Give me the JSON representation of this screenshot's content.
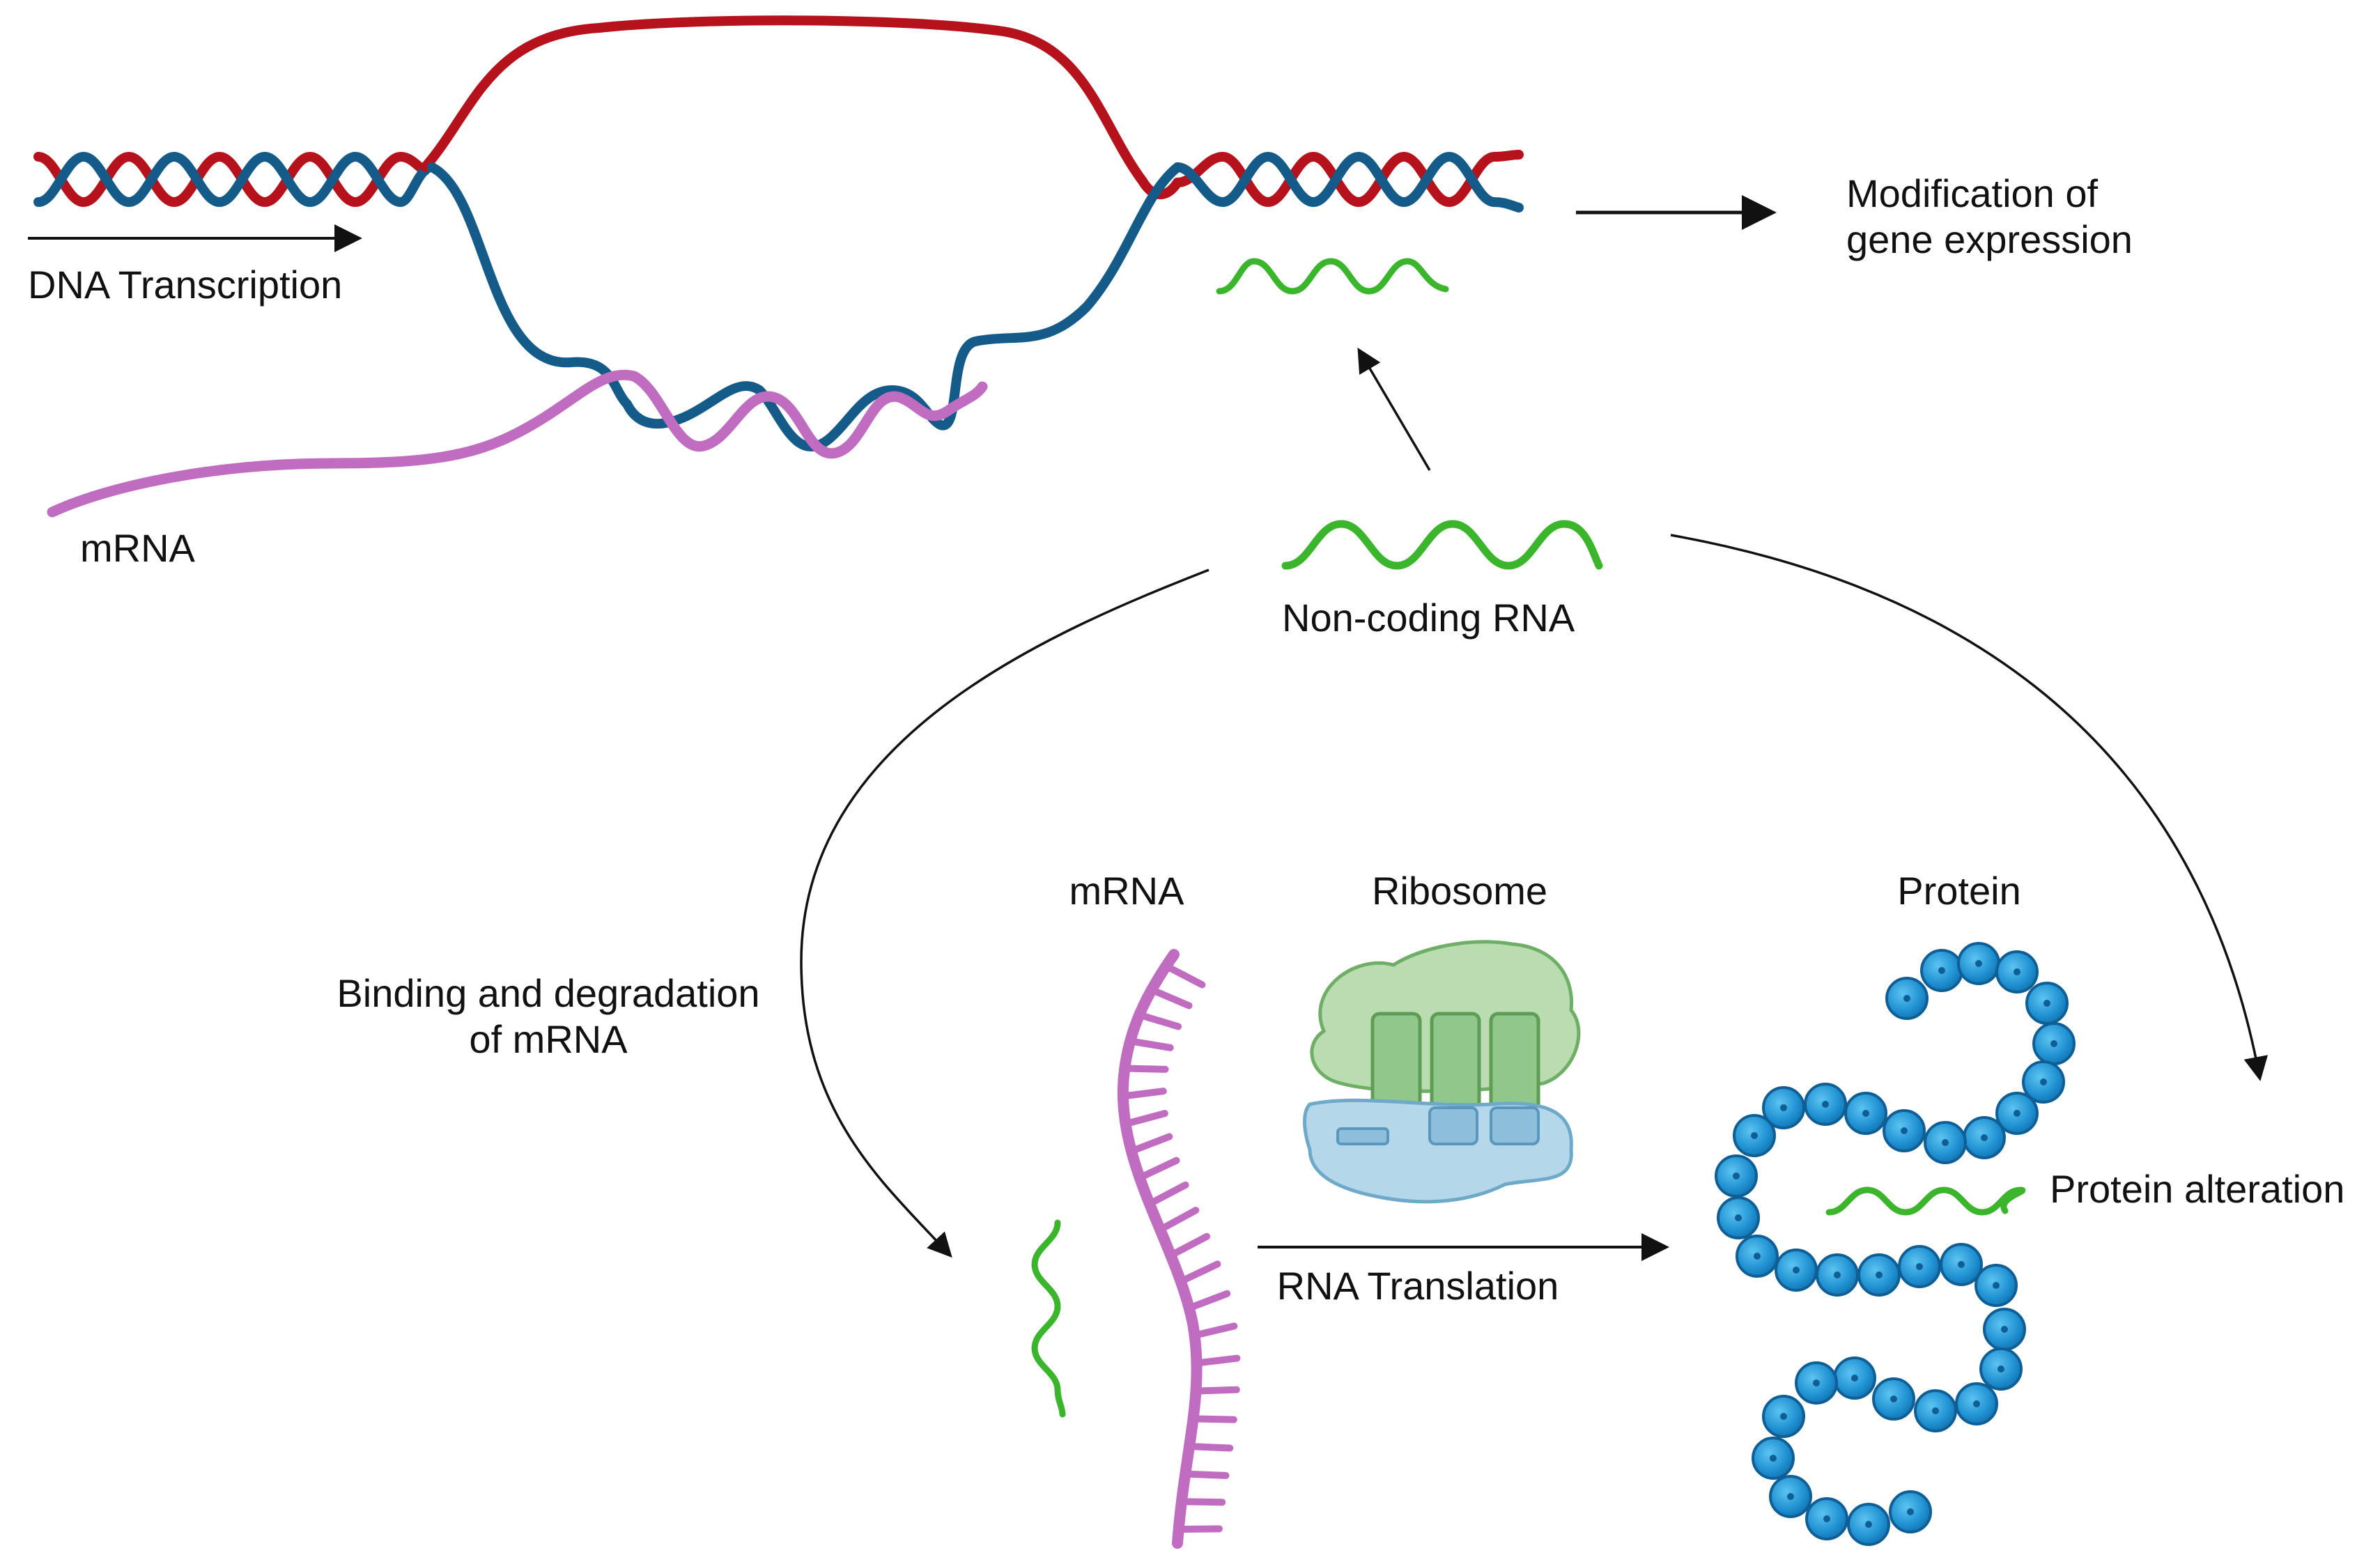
{
  "labels": {
    "dna_transcription": "DNA Transcription",
    "mrna_top": "mRNA",
    "modification_line1": "Modification of",
    "modification_line2": "gene expression",
    "noncoding_rna": "Non-coding RNA",
    "binding_line1": "Binding and degradation",
    "binding_line2": "of mRNA",
    "mrna_bottom": "mRNA",
    "ribosome": "Ribosome",
    "protein": "Protein",
    "rna_translation": "RNA Translation",
    "protein_alteration": "Protein alteration"
  },
  "colors": {
    "dna_red": "#b5121b",
    "dna_blue": "#145b8a",
    "mrna": "#c06cc0",
    "ncrna": "#3ab52c",
    "ribo_large_fill": "#b9dcb0",
    "ribo_large_stroke": "#6fae66",
    "ribo_small_fill": "#b4d8ea",
    "ribo_small_stroke": "#6ea9c9",
    "bead": "#1e8fd0",
    "bead_stroke": "#0f5f96",
    "arrow": "#111111"
  }
}
